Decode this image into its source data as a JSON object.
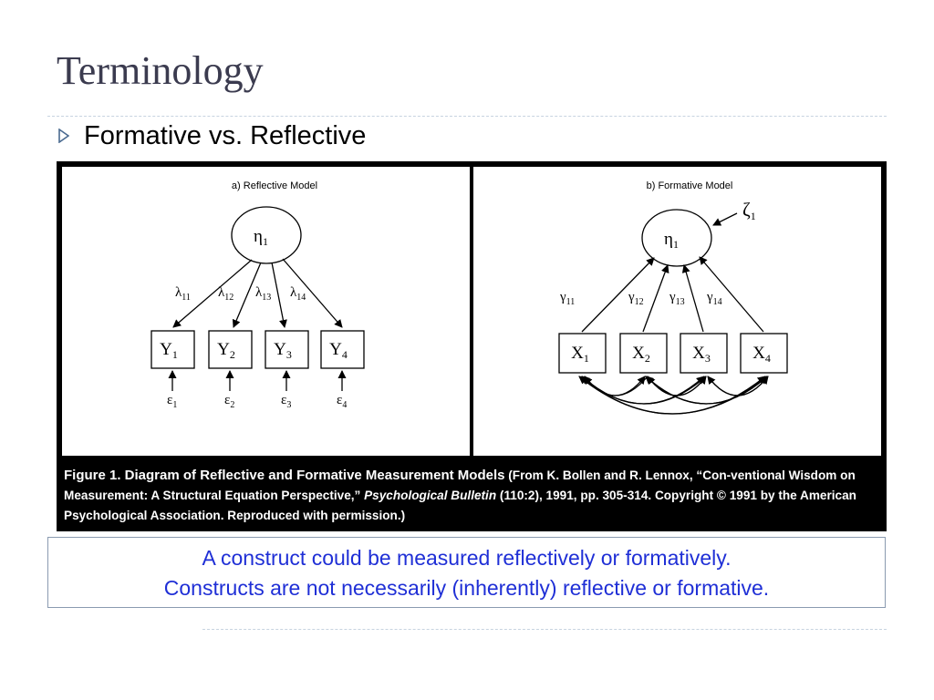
{
  "slide": {
    "title": "Terminology",
    "bullet": "Formative vs. Reflective"
  },
  "figure": {
    "reflective": {
      "label": "a)  Reflective Model",
      "latent": "η",
      "latent_sub": "1",
      "loadings": [
        {
          "sym": "λ",
          "sub": "11"
        },
        {
          "sym": "λ",
          "sub": "12"
        },
        {
          "sym": "λ",
          "sub": "13"
        },
        {
          "sym": "λ",
          "sub": "14"
        }
      ],
      "indicators": [
        {
          "sym": "Y",
          "sub": "1"
        },
        {
          "sym": "Y",
          "sub": "2"
        },
        {
          "sym": "Y",
          "sub": "3"
        },
        {
          "sym": "Y",
          "sub": "4"
        }
      ],
      "errors": [
        {
          "sym": "ε",
          "sub": "1"
        },
        {
          "sym": "ε",
          "sub": "2"
        },
        {
          "sym": "ε",
          "sub": "3"
        },
        {
          "sym": "ε",
          "sub": "4"
        }
      ]
    },
    "formative": {
      "label": "b)  Formative Model",
      "latent": "η",
      "latent_sub": "1",
      "disturbance": "ζ",
      "disturbance_sub": "1",
      "weights": [
        {
          "sym": "γ",
          "sub": "11"
        },
        {
          "sym": "γ",
          "sub": "12"
        },
        {
          "sym": "γ",
          "sub": "13"
        },
        {
          "sym": "γ",
          "sub": "14"
        }
      ],
      "indicators": [
        {
          "sym": "X",
          "sub": "1"
        },
        {
          "sym": "X",
          "sub": "2"
        },
        {
          "sym": "X",
          "sub": "3"
        },
        {
          "sym": "X",
          "sub": "4"
        }
      ]
    },
    "caption": {
      "lead": "Figure 1.  Diagram of Reflective and Formative Measurement Models",
      "rest1": " (From K. Bollen and R. Lennox, “Con-ventional Wisdom on Measurement:  A Structural Equation Perspective,” ",
      "journal": "Psychological Bulletin",
      "rest2": " (110:2), 1991, pp. 305-314.  Copyright © 1991 by the American Psychological Association.  Reproduced with permission.)"
    }
  },
  "callout": {
    "line1": "A construct could be measured reflectively or formatively.",
    "line2": "Constructs are not necessarily (inherently) reflective or formative."
  },
  "colors": {
    "title": "#3b3b4f",
    "callout_text": "#1f2fd6",
    "bullet": "#4a6a90"
  }
}
